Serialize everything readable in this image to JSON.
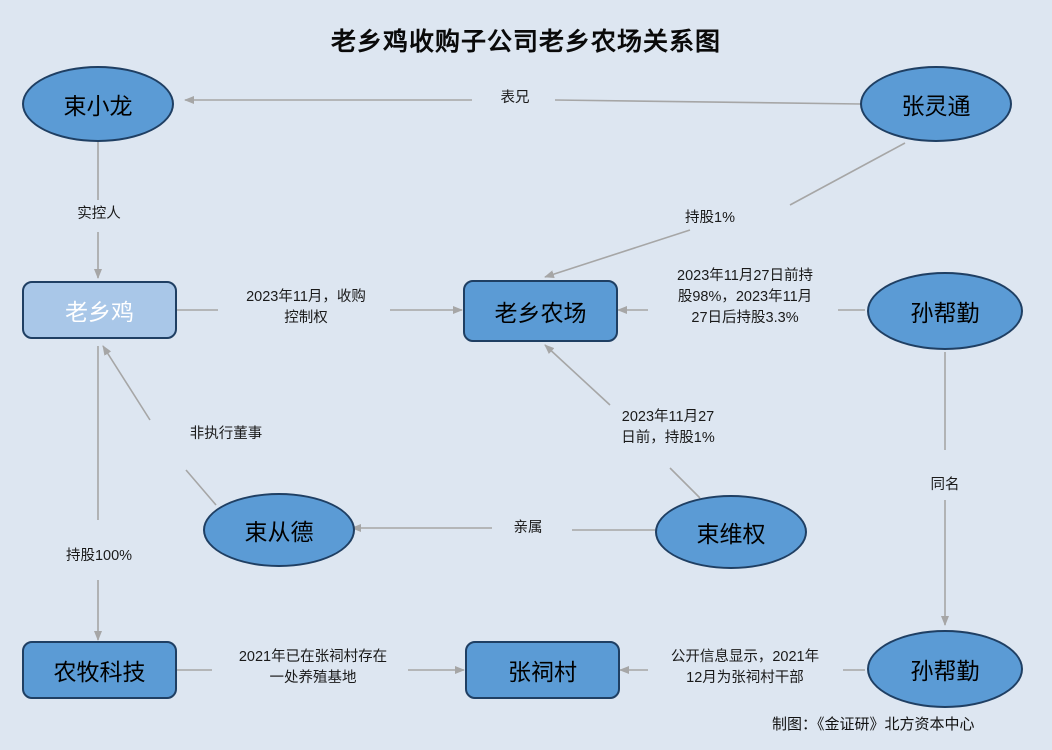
{
  "diagram": {
    "title": "老乡鸡收购子公司老乡农场关系图",
    "footer": "制图：《金证研》北方资本中心",
    "background_color": "#dde6f1",
    "node_fill": "#5b9bd5",
    "node_fill_light": "#a9c7e8",
    "node_border": "#1f3f63",
    "edge_color": "#a6a6a6"
  },
  "nodes": [
    {
      "id": "shu-xiao-long",
      "label": "束小龙",
      "shape": "ellipse"
    },
    {
      "id": "zhang-ling-tong",
      "label": "张灵通",
      "shape": "ellipse"
    },
    {
      "id": "lao-xiang-ji",
      "label": "老乡鸡",
      "shape": "rect-light"
    },
    {
      "id": "lao-xiang-nong-chang",
      "label": "老乡农场",
      "shape": "rect"
    },
    {
      "id": "sun-bang-qin-top",
      "label": "孙帮勤",
      "shape": "ellipse"
    },
    {
      "id": "shu-cong-de",
      "label": "束从德",
      "shape": "ellipse"
    },
    {
      "id": "shu-wei-quan",
      "label": "束维权",
      "shape": "ellipse"
    },
    {
      "id": "nong-mu-ke-ji",
      "label": "农牧科技",
      "shape": "rect"
    },
    {
      "id": "zhang-ci-cun",
      "label": "张祠村",
      "shape": "rect"
    },
    {
      "id": "sun-bang-qin-bottom",
      "label": "孙帮勤",
      "shape": "ellipse"
    }
  ],
  "edges": [
    {
      "id": "e1",
      "from": "zhang-ling-tong",
      "to": "shu-xiao-long",
      "label": "表兄"
    },
    {
      "id": "e2",
      "from": "shu-xiao-long",
      "to": "lao-xiang-ji",
      "label": "实控人"
    },
    {
      "id": "e3",
      "from": "zhang-ling-tong",
      "to": "lao-xiang-nong-chang",
      "label": "持股1%"
    },
    {
      "id": "e4",
      "from": "lao-xiang-ji",
      "to": "lao-xiang-nong-chang",
      "label": "2023年11月，收购\n控制权",
      "line1": "2023年11月，收购",
      "line2": "控制权"
    },
    {
      "id": "e5",
      "from": "sun-bang-qin-top",
      "to": "lao-xiang-nong-chang",
      "label": "2023年11月27日前持股98%，2023年11月27日后持股3.3%",
      "line1": "2023年11月27日前持",
      "line2": "股98%，2023年11月",
      "line3": "27日后持股3.3%"
    },
    {
      "id": "e6",
      "from": "shu-wei-quan",
      "to": "lao-xiang-nong-chang",
      "label": "2023年11月27日前，持股1%",
      "line1": "2023年11月27",
      "line2": "日前，持股1%"
    },
    {
      "id": "e7",
      "from": "shu-cong-de",
      "to": "lao-xiang-ji",
      "label": "非执行董事"
    },
    {
      "id": "e8",
      "from": "shu-wei-quan",
      "to": "shu-cong-de",
      "label": "亲属"
    },
    {
      "id": "e9",
      "from": "lao-xiang-ji",
      "to": "nong-mu-ke-ji",
      "label": "持股100%"
    },
    {
      "id": "e10",
      "from": "nong-mu-ke-ji",
      "to": "zhang-ci-cun",
      "label": "2021年已在张祠村存在一处养殖基地",
      "line1": "2021年已在张祠村存在",
      "line2": "一处养殖基地"
    },
    {
      "id": "e11",
      "from": "sun-bang-qin-bottom",
      "to": "zhang-ci-cun",
      "label": "公开信息显示，2021年12月为张祠村干部",
      "line1": "公开信息显示，2021年",
      "line2": "12月为张祠村干部"
    },
    {
      "id": "e12",
      "from": "sun-bang-qin-top",
      "to": "sun-bang-qin-bottom",
      "label": "同名"
    }
  ]
}
